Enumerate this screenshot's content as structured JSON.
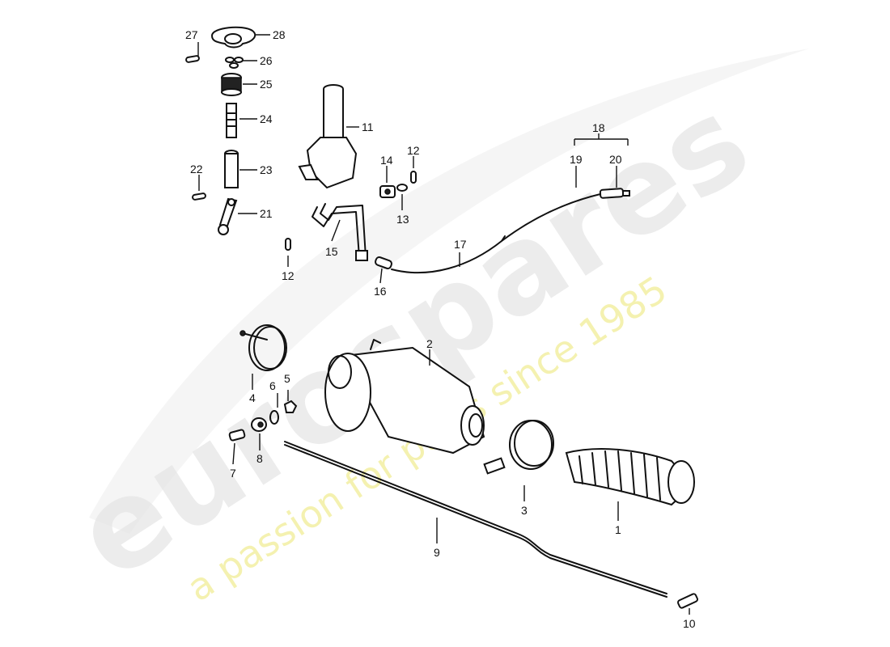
{
  "watermark": {
    "brand": "eurospares",
    "tagline": "a passion for parts since 1985",
    "tagline_color": "#f3f0a8",
    "brand_color": "#e6e6e6"
  },
  "callouts": {
    "c1": "1",
    "c2": "2",
    "c3": "3",
    "c4": "4",
    "c5": "5",
    "c6": "6",
    "c7": "7",
    "c8": "8",
    "c9": "9",
    "c10": "10",
    "c11": "11",
    "c12a": "12",
    "c12b": "12",
    "c13": "13",
    "c14": "14",
    "c15": "15",
    "c16": "16",
    "c17": "17",
    "c18": "18",
    "c19": "19",
    "c20": "20",
    "c21": "21",
    "c22": "22",
    "c23": "23",
    "c24": "24",
    "c25": "25",
    "c26": "26",
    "c27": "27",
    "c28": "28"
  }
}
